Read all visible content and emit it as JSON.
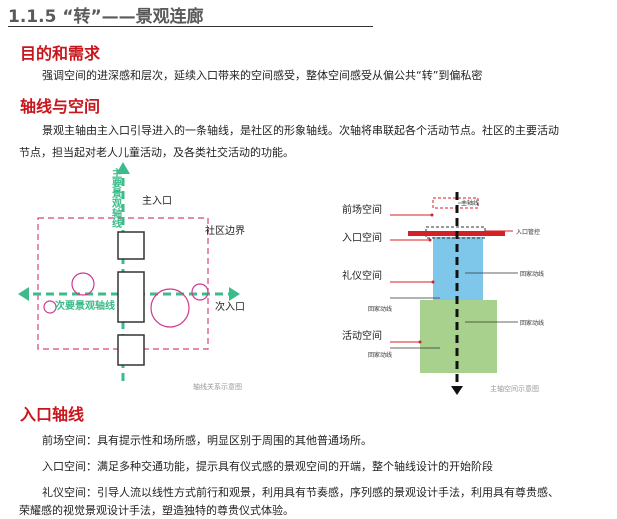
{
  "section_title": "1.1.5 “转”——景观连廊",
  "purpose": {
    "heading": "目的和需求",
    "text": "强调空间的进深感和层次，延续入口带来的空间感受，整体空间感受从偏公共“转”到偏私密"
  },
  "axis_space": {
    "heading": "轴线与空间",
    "line1": "景观主轴由主入口引导进入的一条轴线，是社区的形象轴线。次轴将串联起各个活动节点。社区的主要活动",
    "line2": "节点，担当起对老人儿童活动，及各类社交活动的功能。"
  },
  "left_diagram": {
    "main_axis_label": "主要景观轴线",
    "main_entrance": "主入口",
    "community_boundary": "社区边界",
    "secondary_axis_label": "次要景观轴线",
    "secondary_entrance": "次入口",
    "caption": "轴线关系示意图"
  },
  "right_diagram": {
    "fore_space": "前场空间",
    "main_axis_small": "主轴线",
    "entrance_space": "入口空间",
    "entrance_control": "入口管控",
    "ceremony_space": "礼仪空间",
    "return_line": "回家动线",
    "activity_space": "活动空间",
    "caption": "主轴空间示意图"
  },
  "entrance_axis": {
    "heading": "入口轴线",
    "fore": "前场空间：具有提示性和场所感，明显区别于周围的其他普通场所。",
    "entrance": "入口空间：满足多种交通功能，提示具有仪式感的景观空间的开端，整个轴线设计的开始阶段",
    "ceremony1": "礼仪空间：引导人流以线性方式前行和观景，利用具有节奏感，序列感的景观设计手法，利用具有尊贵感、",
    "ceremony2": "荣耀感的视觉景观设计手法，塑造独特的尊贵仪式体验。"
  },
  "colors": {
    "heading_red": "#c8161d",
    "axis_green": "#3dbb8a",
    "boundary_pink": "#d9437a",
    "circle_magenta": "#cc3a8e",
    "blue_zone": "#7ec7ea",
    "green_zone": "#a9d18e",
    "red_bar": "#d42027"
  }
}
